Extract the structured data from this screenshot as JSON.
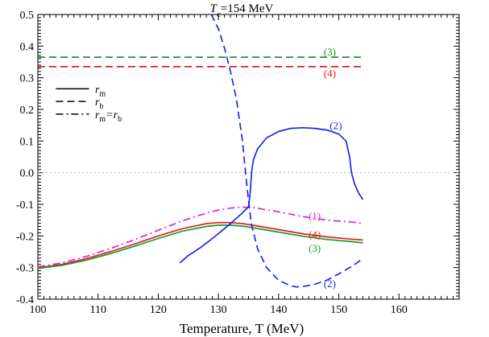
{
  "chart_data": {
    "type": "line",
    "title": "T",
    "title_sub": "c",
    "title_rest": "=154 MeV",
    "xlabel": "Temperature, T (MeV)",
    "ylabel": "",
    "xlim": [
      100,
      170
    ],
    "ylim": [
      -0.4,
      0.5
    ],
    "xticks": [
      100,
      110,
      120,
      130,
      140,
      150,
      160
    ],
    "yticks": [
      -0.4,
      -0.3,
      -0.2,
      -0.1,
      0.0,
      0.1,
      0.2,
      0.3,
      0.4,
      0.5
    ],
    "grid": false,
    "legend_position": "upper-left",
    "legend": [
      {
        "style": "solid",
        "label": "r",
        "sub": "m"
      },
      {
        "style": "dashed",
        "label": "r",
        "sub": "b"
      },
      {
        "style": "dashdot",
        "label": "r",
        "sub": "m",
        "eq": "=r",
        "sub2": "b"
      }
    ],
    "series": [
      {
        "id": "3-upper",
        "label": "(3)",
        "color": "#1a9a2a",
        "style": "dashed",
        "x": [
          100,
          154
        ],
        "y": [
          0.365,
          0.365
        ],
        "label_pos": [
          148.5,
          0.38
        ]
      },
      {
        "id": "4-upper",
        "label": "(4)",
        "color": "#e02020",
        "style": "dashed",
        "x": [
          100,
          154
        ],
        "y": [
          0.335,
          0.335
        ],
        "label_pos": [
          148.5,
          0.313
        ]
      },
      {
        "id": "zero",
        "label": "",
        "color": "#aaaaaa",
        "style": "dotted",
        "x": [
          100,
          170
        ],
        "y": [
          0,
          0
        ]
      },
      {
        "id": "1",
        "label": "(1)",
        "color": "#e020e0",
        "style": "dashdot",
        "x": [
          100,
          104,
          108,
          112,
          116,
          120,
          124,
          128,
          130,
          132,
          134,
          136,
          140,
          144,
          148,
          152,
          154
        ],
        "y": [
          -0.298,
          -0.285,
          -0.265,
          -0.24,
          -0.212,
          -0.182,
          -0.152,
          -0.128,
          -0.118,
          -0.112,
          -0.109,
          -0.111,
          -0.124,
          -0.139,
          -0.15,
          -0.156,
          -0.16
        ],
        "label_pos": [
          146,
          -0.138
        ]
      },
      {
        "id": "4",
        "label": "(4)",
        "color": "#e02020",
        "style": "solid",
        "x": [
          100,
          104,
          108,
          112,
          116,
          120,
          124,
          128,
          130,
          132,
          134,
          136,
          140,
          144,
          148,
          152,
          154
        ],
        "y": [
          -0.301,
          -0.29,
          -0.272,
          -0.25,
          -0.226,
          -0.2,
          -0.177,
          -0.161,
          -0.158,
          -0.158,
          -0.161,
          -0.167,
          -0.18,
          -0.193,
          -0.203,
          -0.21,
          -0.213
        ],
        "label_pos": [
          146,
          -0.197
        ]
      },
      {
        "id": "3",
        "label": "(3)",
        "color": "#1a9a2a",
        "style": "solid",
        "x": [
          100,
          104,
          108,
          112,
          116,
          120,
          124,
          128,
          130,
          132,
          134,
          136,
          140,
          144,
          148,
          152,
          154
        ],
        "y": [
          -0.303,
          -0.293,
          -0.277,
          -0.256,
          -0.233,
          -0.208,
          -0.185,
          -0.17,
          -0.166,
          -0.166,
          -0.169,
          -0.175,
          -0.188,
          -0.201,
          -0.211,
          -0.218,
          -0.222
        ],
        "label_pos": [
          146,
          -0.24
        ]
      },
      {
        "id": "2-solid",
        "label": "(2)",
        "color": "#1a2adf",
        "style": "solid",
        "x": [
          123.6,
          125,
          127,
          129,
          131,
          132.5,
          134,
          135,
          135.3,
          135.5,
          135.8,
          136.5,
          138,
          140,
          142,
          144,
          146,
          148,
          150,
          151.2,
          151.8,
          152.1,
          152.6,
          153.3,
          154
        ],
        "y": [
          -0.285,
          -0.262,
          -0.237,
          -0.208,
          -0.177,
          -0.153,
          -0.127,
          -0.108,
          -0.06,
          0.0,
          0.04,
          0.075,
          0.11,
          0.13,
          0.14,
          0.142,
          0.14,
          0.135,
          0.122,
          0.1,
          0.05,
          0.0,
          -0.035,
          -0.065,
          -0.085
        ],
        "label_pos": [
          149.5,
          0.148
        ]
      },
      {
        "id": "2-dashed",
        "label": "(2)",
        "color": "#1a2adf",
        "style": "dashed",
        "x": [
          128.8,
          130,
          131,
          132,
          133,
          134,
          134.5,
          135,
          135.5,
          136.5,
          138,
          140,
          142,
          143,
          144,
          146,
          148,
          150,
          152,
          154
        ],
        "y": [
          0.5,
          0.455,
          0.395,
          0.32,
          0.23,
          0.1,
          0.0,
          -0.09,
          -0.165,
          -0.24,
          -0.3,
          -0.34,
          -0.358,
          -0.361,
          -0.36,
          -0.353,
          -0.34,
          -0.32,
          -0.298,
          -0.272
        ],
        "label_pos": [
          148.5,
          -0.352
        ]
      }
    ]
  }
}
